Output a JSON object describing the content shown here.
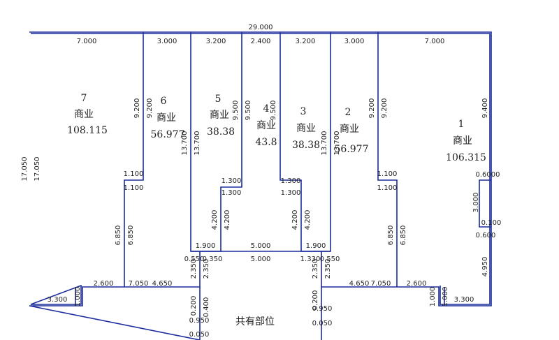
{
  "overall_width": "29.000",
  "rooms": [
    {
      "no": "7",
      "use": "商业",
      "area": "108.115"
    },
    {
      "no": "6",
      "use": "商业",
      "area": "56.977"
    },
    {
      "no": "5",
      "use": "商业",
      "area": "38.38"
    },
    {
      "no": "4",
      "use": "商业",
      "area": "43.8"
    },
    {
      "no": "3",
      "use": "商业",
      "area": "38.38"
    },
    {
      "no": "2",
      "use": "商业",
      "area": "56.977"
    },
    {
      "no": "1",
      "use": "商业",
      "area": "106.315"
    }
  ],
  "shared_area_label": "共有部位",
  "top_dims": [
    "7.000",
    "3.000",
    "3.200",
    "2.400",
    "3.200",
    "3.000",
    "7.000"
  ],
  "dims": {
    "d9200": "9.200",
    "d9500": "9.500",
    "d13700": "13.700",
    "d17050": "17.050",
    "d1100": "1.100",
    "d1300": "1.300",
    "d4200": "4.200",
    "d6850": "6.850",
    "d1900": "1.900",
    "d5000": "5.000",
    "d0350": "0.350",
    "d0550": "0.550",
    "d2350": "2.350",
    "d2600": "2.600",
    "d4650": "4.650",
    "d7050": "7.050",
    "d3300": "3.300",
    "d1000": "1.000",
    "d3000": "3.000",
    "d0100": "0.100",
    "d0600": "0.600",
    "d4950": "4.950",
    "d0400": "0.400",
    "d0050": "0.050",
    "d0200": "0.200",
    "d0950": "0.950",
    "d9400": "9.400",
    "d8000": "0.6000",
    "d1330": "1.330"
  }
}
